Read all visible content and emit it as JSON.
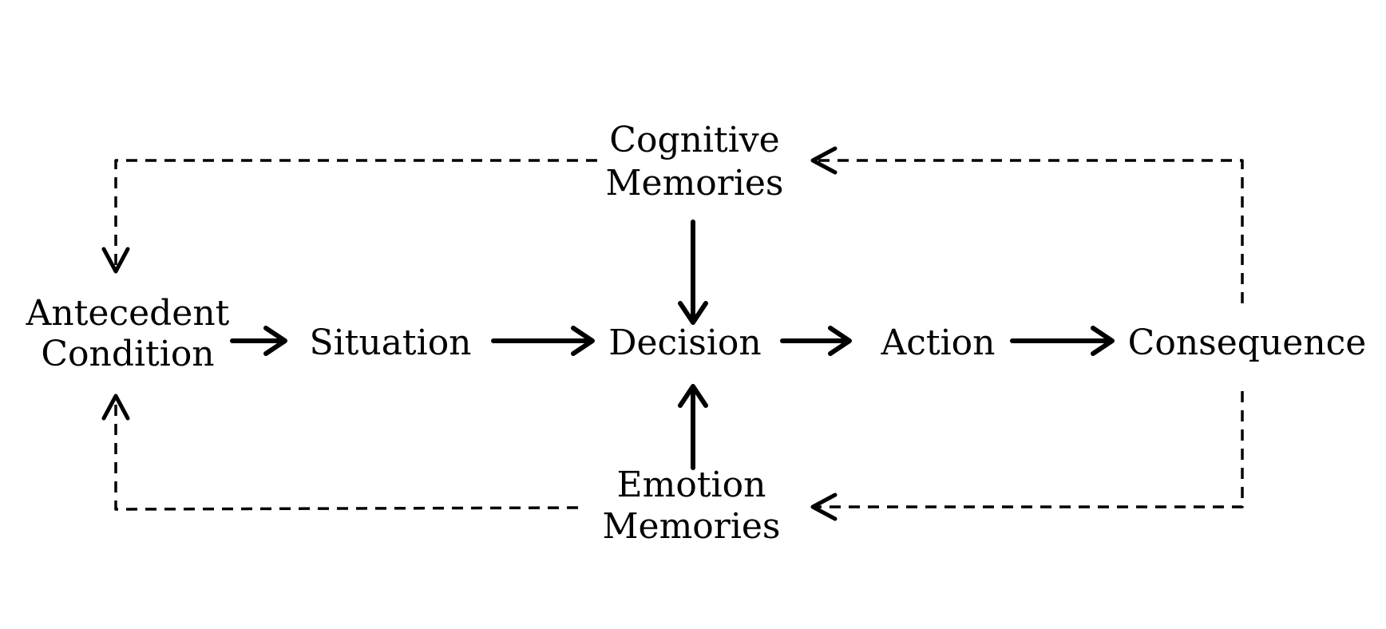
{
  "nodes": {
    "antecedent": {
      "line1": "Antecedent",
      "line2": "Condition"
    },
    "situation": {
      "label": "Situation"
    },
    "decision": {
      "label": "Decision"
    },
    "action": {
      "label": "Action"
    },
    "consequence": {
      "label": "Consequence"
    },
    "cognitive": {
      "line1": "Cognitive",
      "line2": "Memories"
    },
    "emotion": {
      "line1": "Emotion",
      "line2": "Memories"
    }
  },
  "colors": {
    "line": "#000000",
    "background": "#ffffff"
  },
  "styles": {
    "solid": "causal flow",
    "dashed": "feedback loop"
  }
}
